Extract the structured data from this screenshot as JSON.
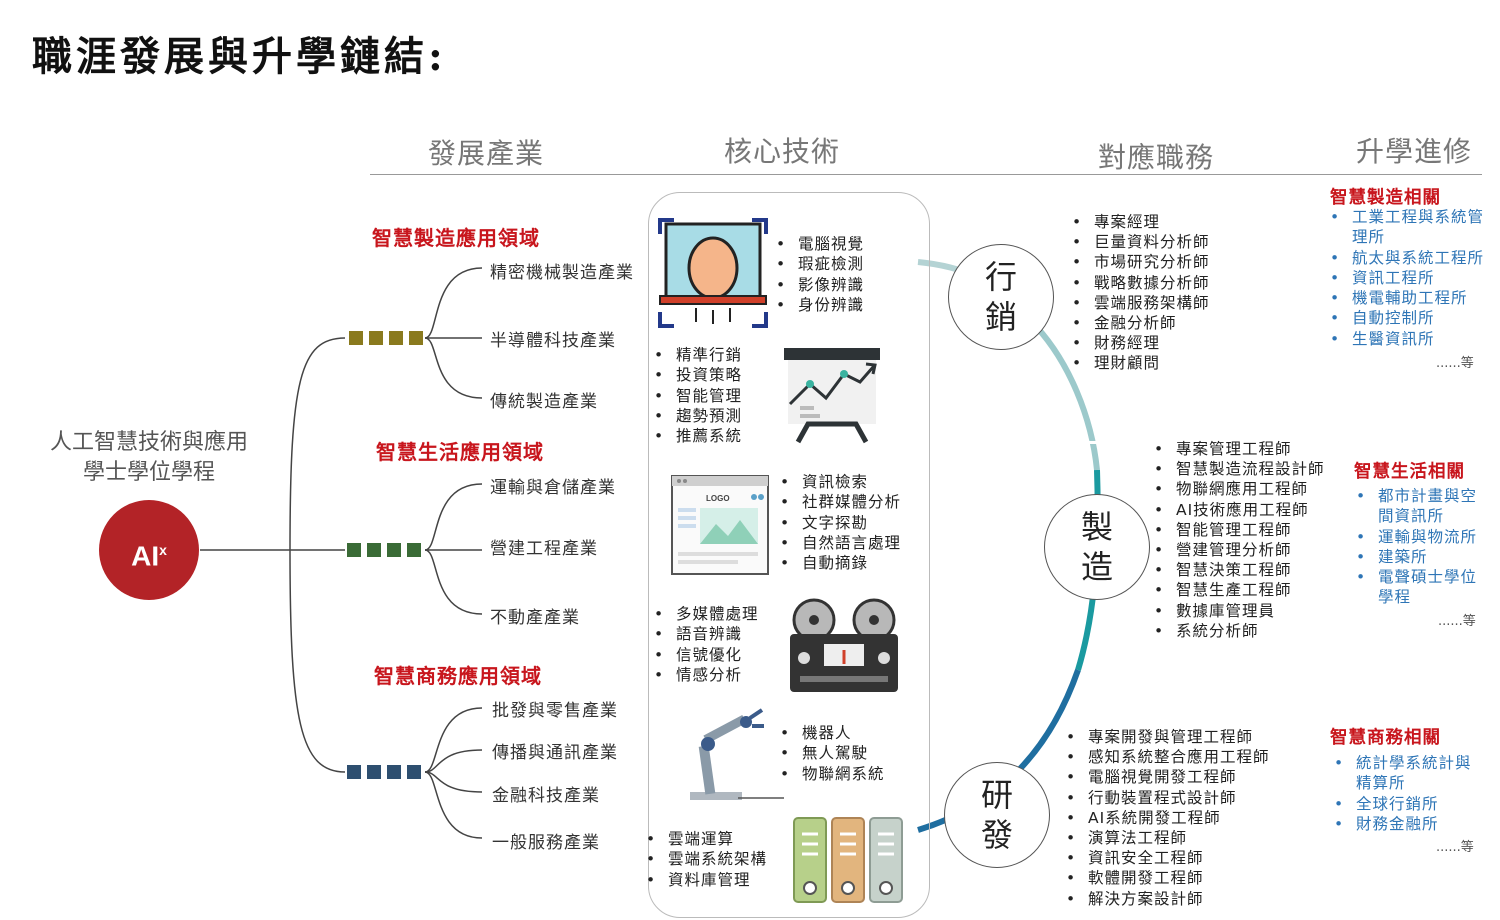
{
  "title": "職涯發展與升學鏈結:",
  "headers": {
    "industry": "發展產業",
    "tech": "核心技術",
    "jobs": "對應職務",
    "study": "升學進修"
  },
  "program": {
    "line1": "人工智慧技術與應用",
    "line2": "學士學位學程",
    "logo_text": "AI",
    "logo_sup": "x"
  },
  "colors": {
    "accent_red": "#c8161d",
    "logo_red": "#b32327",
    "link_blue": "#2e75b6",
    "sq_manufacturing": "#8a7a1e",
    "sq_life": "#3a6b36",
    "sq_business": "#2e4f70",
    "arc_teal": "#1a9aa0"
  },
  "domains": [
    {
      "name": "智慧製造應用領域",
      "industries": [
        "精密機械製造產業",
        "半導體科技產業",
        "傳統製造產業"
      ]
    },
    {
      "name": "智慧生活應用領域",
      "industries": [
        "運輸與倉儲產業",
        "營建工程產業",
        "不動產產業"
      ]
    },
    {
      "name": "智慧商務應用領域",
      "industries": [
        "批發與零售產業",
        "傳播與通訊產業",
        "金融科技產業",
        "一般服務產業"
      ]
    }
  ],
  "tech_groups": [
    {
      "icon": "face-recognition-icon",
      "items": [
        "電腦視覺",
        "瑕疵檢測",
        "影像辨識",
        "身份辨識"
      ]
    },
    {
      "icon": "trend-chart-icon",
      "items": [
        "精準行銷",
        "投資策略",
        "智能管理",
        "趨勢預測",
        "推薦系統"
      ]
    },
    {
      "icon": "webpage-icon",
      "logo_label": "LOGO",
      "items": [
        "資訊檢索",
        "社群媒體分析",
        "文字探勘",
        "自然語言處理",
        "自動摘錄"
      ]
    },
    {
      "icon": "tape-recorder-icon",
      "items": [
        "多媒體處理",
        "語音辨識",
        "信號優化",
        "情感分析"
      ]
    },
    {
      "icon": "robot-arm-icon",
      "items": [
        "機器人",
        "無人駕駛",
        "物聯網系統"
      ]
    },
    {
      "icon": "server-icon",
      "items": [
        "雲端運算",
        "雲端系統架構",
        "資料庫管理"
      ]
    }
  ],
  "job_groups": [
    {
      "circle_line1": "行",
      "circle_line2": "銷",
      "jobs": [
        "專案經理",
        "巨量資料分析師",
        "市場研究分析師",
        "戰略數據分析師",
        "雲端服務架構師",
        "金融分析師",
        "財務經理",
        "理財顧問"
      ]
    },
    {
      "circle_line1": "製",
      "circle_line2": "造",
      "jobs": [
        "專案管理工程師",
        "智慧製造流程設計師",
        "物聯網應用工程師",
        "AI技術應用工程師",
        "智能管理工程師",
        "營建管理分析師",
        "智慧決策工程師",
        "智慧生產工程師",
        "數據庫管理員",
        "系統分析師"
      ]
    },
    {
      "circle_line1": "研",
      "circle_line2": "發",
      "jobs": [
        "專案開發與管理工程師",
        "感知系統整合應用工程師",
        "電腦視覺開發工程師",
        "行動裝置程式設計師",
        "AI系統開發工程師",
        "演算法工程師",
        "資訊安全工程師",
        "軟體開發工程師",
        "解決方案設計師"
      ]
    }
  ],
  "study_groups": [
    {
      "title": "智慧製造相關",
      "items": [
        "工業工程與系統管理所",
        "航太與系統工程所",
        "資訊工程所",
        "機電輔助工程所",
        "自動控制所",
        "生醫資訊所"
      ],
      "etc": "......等"
    },
    {
      "title": "智慧生活相關",
      "items": [
        "都市計畫與空間資訊所",
        "運輸與物流所",
        "建築所",
        "電聲碩士學位學程"
      ],
      "etc": "......等"
    },
    {
      "title": "智慧商務相關",
      "items": [
        "統計學系統計與精算所",
        "全球行銷所",
        "財務金融所"
      ],
      "etc": "......等"
    }
  ]
}
